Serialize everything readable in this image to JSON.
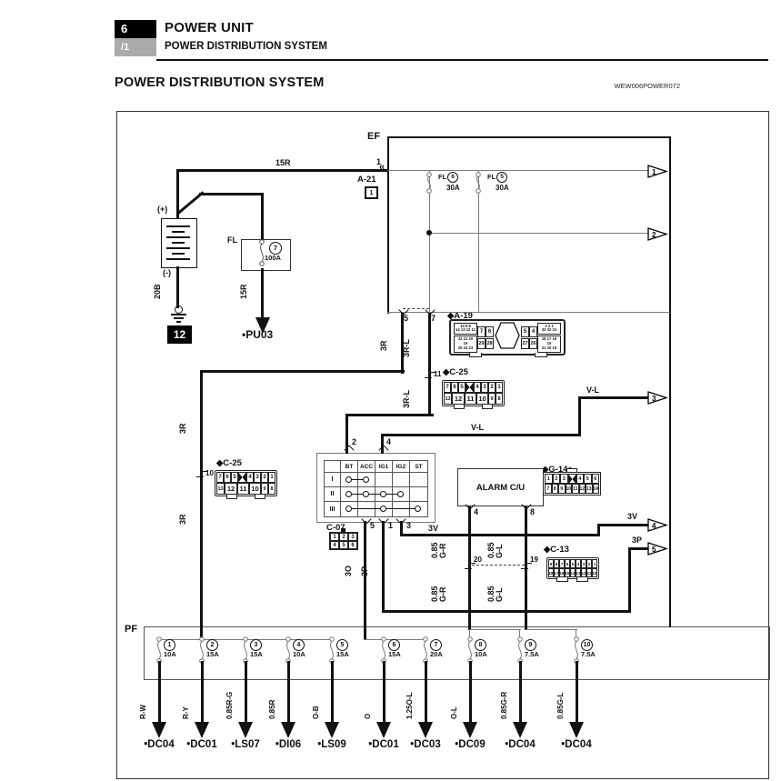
{
  "header": {
    "chapter_no": "6",
    "page_no": "/1",
    "chapter_title": "POWER UNIT",
    "section_title": "POWER DISTRIBUTION SYSTEM"
  },
  "page": {
    "title": "POWER DISTRIBUTION SYSTEM",
    "figure_code": "WEW006POWER072"
  },
  "regions": {
    "ef": "EF",
    "pf": "PF"
  },
  "battery": {
    "plus": "(+)",
    "minus": "(-)",
    "top_wire": "15R",
    "ground_wire": "20B",
    "ground_ref": "12"
  },
  "main_fusible_link": {
    "label": "FL",
    "no": "7",
    "amps": "100A",
    "out_wire": "15R",
    "dest": "•PU03"
  },
  "entry": {
    "pin": "1",
    "mark": "«",
    "connector": "A-21",
    "connector_pin": "1"
  },
  "fl_links": [
    {
      "label": "FL",
      "no": "6",
      "amps": "30A"
    },
    {
      "label": "FL",
      "no": "5",
      "amps": "30A"
    }
  ],
  "ef_exit": {
    "pin5": "5",
    "pin7": "7"
  },
  "wire_labels": {
    "r3_exit": "3R",
    "rl3_upper": "3R-L",
    "rl3_lower": "3R-L",
    "r3_mid": "3R",
    "r3_lower": "3R",
    "vl_mid": "V-L",
    "vl_arrow": "V-L",
    "v3_mid": "3V",
    "v3_arrow": "3V",
    "o3": "3O",
    "p3_wire": "3P",
    "p3_arrow": "3P",
    "gr_upper": "0.85\nG-R",
    "gl_upper": "0.85\nG-L",
    "gr_lower": "0.85\nG-R",
    "gl_lower": "0.85\nG-L"
  },
  "connectors": {
    "a19": {
      "label": "◆A-19",
      "tl": [
        "10 9 8",
        "14 13 12 11"
      ],
      "bl": [
        "22 21 20 19",
        "25 24 23"
      ],
      "mlt": [
        "7",
        "6"
      ],
      "mlb": [
        "29",
        "28"
      ],
      "mrt": [
        "5",
        "4"
      ],
      "mrb": [
        "27",
        "26"
      ],
      "tr": [
        "3 2 1",
        "33 32 31"
      ],
      "br": [
        "18 17 16 15",
        "21 20 19"
      ]
    },
    "c25_left": {
      "label": "◆C-25",
      "pin": "10",
      "row1": [
        "7",
        "6",
        "5",
        "X",
        "4",
        "3",
        "2",
        "1"
      ],
      "row2": [
        "13",
        "12",
        "11",
        "10",
        "9",
        "8"
      ]
    },
    "c25_right": {
      "label": "◆C-25",
      "pin": "11",
      "row1": [
        "7",
        "6",
        "5",
        "X",
        "4",
        "3",
        "2",
        "1"
      ],
      "row2": [
        "13",
        "12",
        "11",
        "10",
        "9",
        "8"
      ]
    },
    "g14a": {
      "label": "◆G-14a",
      "row1": [
        "1",
        "2",
        "3",
        "X",
        "4",
        "5",
        "6"
      ],
      "row2": [
        "7",
        "8",
        "9",
        "10",
        "11",
        "12",
        "13",
        "14"
      ]
    },
    "c13": {
      "label": "◆C-13",
      "row1": [
        "9",
        "8",
        "7",
        "6",
        "5",
        "4",
        "3",
        "2",
        "1"
      ],
      "row2": [
        "18",
        "17",
        "16",
        "15",
        "14",
        "13",
        "12",
        "11",
        "10"
      ]
    },
    "c07": {
      "label": "C-07",
      "row1": [
        "1",
        "2",
        "3"
      ],
      "row2": [
        "4",
        "5",
        "6"
      ]
    }
  },
  "ignition_switch": {
    "columns": [
      "BT",
      "ACC",
      "IG1",
      "IG2",
      "ST"
    ],
    "rows": [
      "I",
      "II",
      "III"
    ],
    "contacts": [
      [
        0,
        1
      ],
      [
        0,
        1,
        2,
        3
      ],
      [
        0,
        2,
        4
      ]
    ],
    "top_pins": [
      "2",
      "4"
    ],
    "bottom_pins": [
      "5",
      "1",
      "3"
    ]
  },
  "alarm_unit": {
    "title": "ALARM C/U",
    "pin_left": "4",
    "pin_right": "8",
    "junction_left": "20",
    "junction_right": "19"
  },
  "arrows": [
    "1",
    "2",
    "3",
    "4",
    "5"
  ],
  "pf": {
    "fuses": [
      {
        "no": "1",
        "amps": "10A"
      },
      {
        "no": "2",
        "amps": "15A"
      },
      {
        "no": "3",
        "amps": "15A"
      },
      {
        "no": "4",
        "amps": "10A"
      },
      {
        "no": "5",
        "amps": "15A"
      },
      {
        "no": "6",
        "amps": "15A"
      },
      {
        "no": "7",
        "amps": "20A"
      },
      {
        "no": "8",
        "amps": "10A"
      },
      {
        "no": "9",
        "amps": "7.5A"
      },
      {
        "no": "10",
        "amps": "7.5A"
      }
    ],
    "outputs": [
      {
        "wire": "R-W",
        "dest": "•DC04"
      },
      {
        "wire": "R-Y",
        "dest": "•DC01"
      },
      {
        "wire": "0.85R-G",
        "dest": "•LS07"
      },
      {
        "wire": "0.85R",
        "dest": "•DI06"
      },
      {
        "wire": "O-B",
        "dest": "•LS09"
      },
      {
        "wire": "O",
        "dest": "•DC01"
      },
      {
        "wire": "1.25O-L",
        "dest": "•DC03"
      },
      {
        "wire": "O-L",
        "dest": "•DC09"
      },
      {
        "wire": "0.85G-R",
        "dest": "•DC04"
      },
      {
        "wire": "0.85G-L",
        "dest": "•DC04"
      }
    ]
  }
}
